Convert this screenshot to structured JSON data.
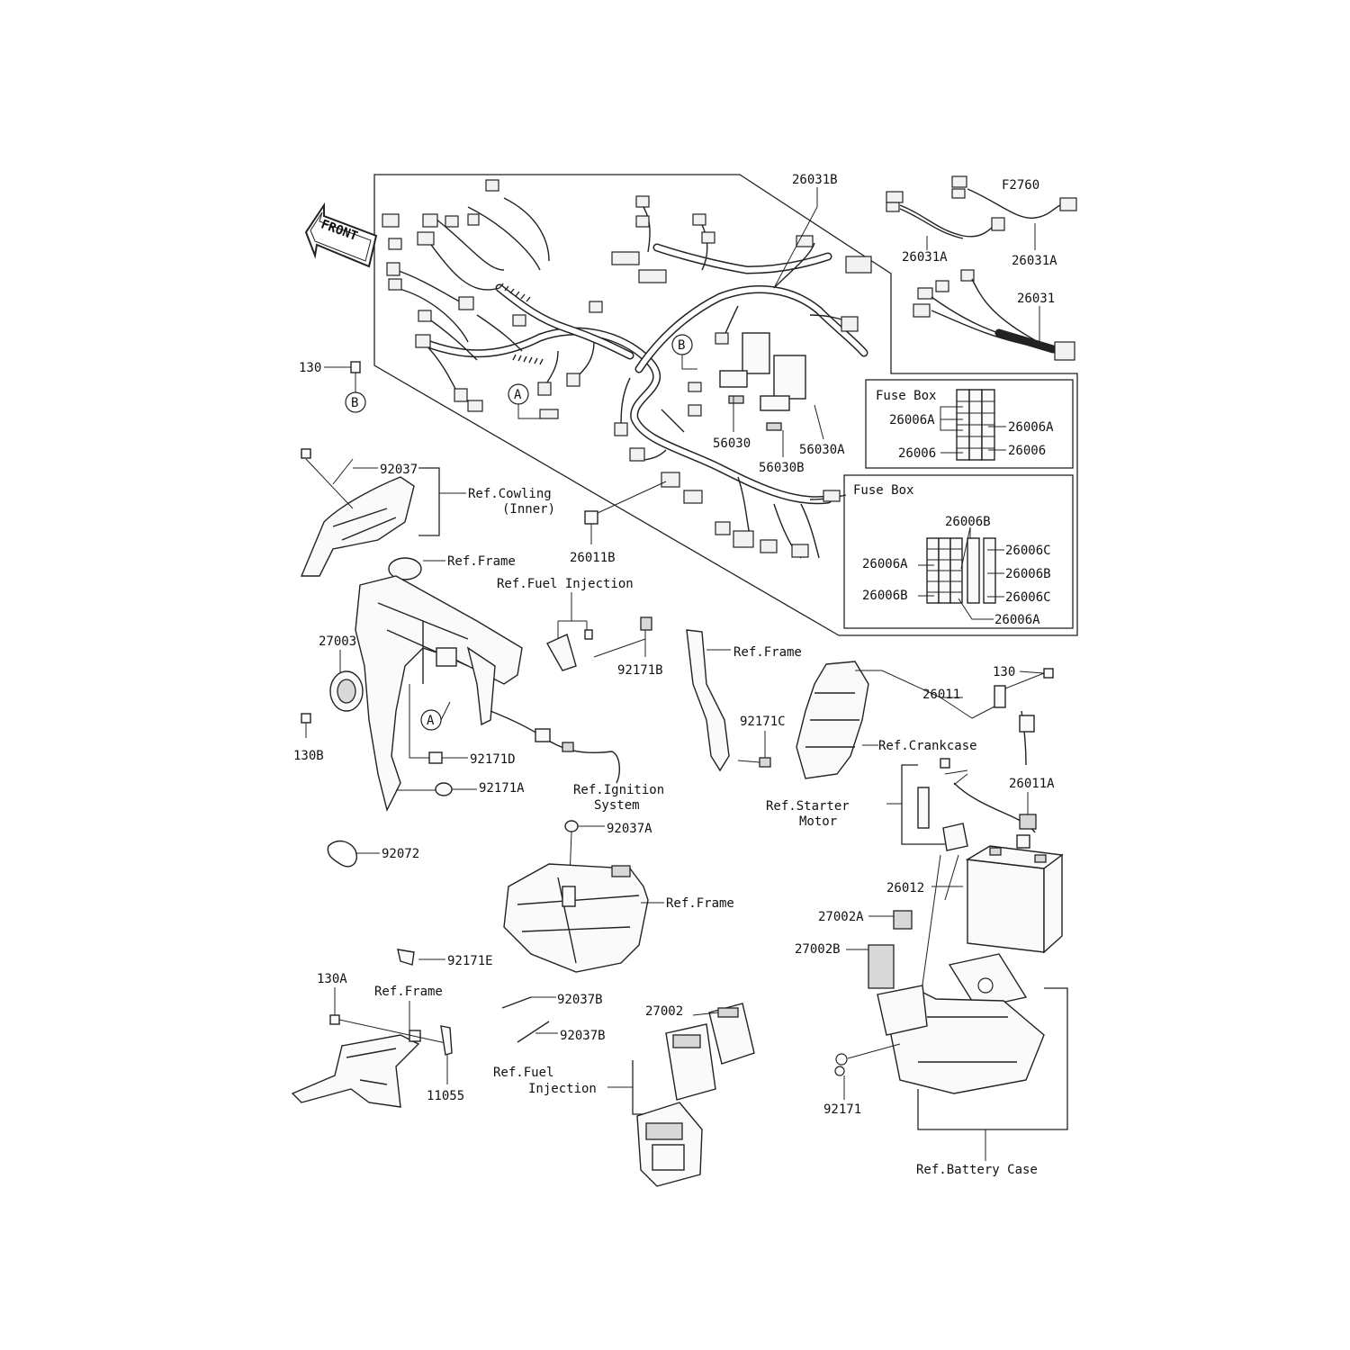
{
  "front_label": "FRONT",
  "markers": {
    "a": "A",
    "b": "B"
  },
  "fuse_box": {
    "title_1": "Fuse Box",
    "title_2": "Fuse Box",
    "box1": {
      "left_1": "26006A",
      "left_2": "26006",
      "right_1": "26006A",
      "right_2": "26006"
    },
    "box2": {
      "top": "26006B",
      "left_1": "26006A",
      "left_2": "26006B",
      "right_1": "26006C",
      "right_2": "26006B",
      "right_3": "26006C",
      "bottom": "26006A"
    }
  },
  "labels": {
    "p26031B": "26031B",
    "pF2760": "F2760",
    "p26031A_1": "26031A",
    "p26031A_2": "26031A",
    "p26031": "26031",
    "p56030": "56030",
    "p56030A": "56030A",
    "p56030B": "56030B",
    "p130_top": "130",
    "p26011B": "26011B",
    "p92037": "92037",
    "ref_cowling_1": "Ref.Cowling",
    "ref_cowling_2": "(Inner)",
    "ref_frame_1": "Ref.Frame",
    "ref_fuel_1": "Ref.Fuel Injection",
    "p27003": "27003",
    "p92171B": "92171B",
    "ref_frame_2": "Ref.Frame",
    "p130_right": "130",
    "p26011": "26011",
    "p130B": "130B",
    "p92171C": "92171C",
    "ref_crankcase": "Ref.Crankcase",
    "p92171D": "92171D",
    "p92171A": "92171A",
    "ref_ignition_1": "Ref.Ignition",
    "ref_ignition_2": "System",
    "p26011A": "26011A",
    "ref_starter_1": "Ref.Starter",
    "ref_starter_2": "Motor",
    "p92037A": "92037A",
    "p92072": "92072",
    "ref_frame_3": "Ref.Frame",
    "p26012": "26012",
    "p27002A": "27002A",
    "p27002B": "27002B",
    "p92171E": "92171E",
    "p130A": "130A",
    "ref_frame_4": "Ref.Frame",
    "p92037B_1": "92037B",
    "p92037B_2": "92037B",
    "p27002": "27002",
    "p11055": "11055",
    "ref_fuel_2a": "Ref.Fuel",
    "ref_fuel_2b": "Injection",
    "p92171": "92171",
    "ref_battery": "Ref.Battery Case"
  }
}
